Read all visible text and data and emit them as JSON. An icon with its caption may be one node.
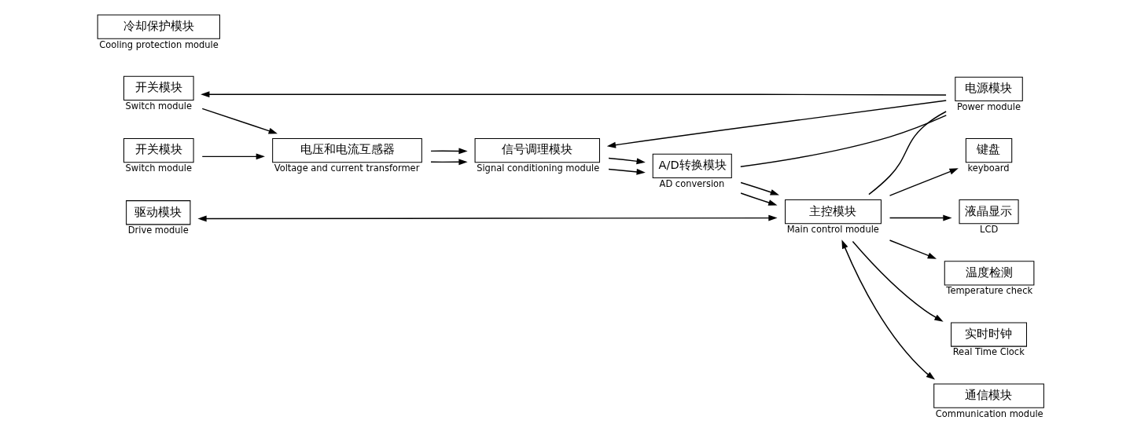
{
  "diagram": {
    "nodes": [
      {
        "text": [
          "开关模块"
        ],
        "beside": [
          "Switch module"
        ]
      },
      {
        "text": [
          "开关模块"
        ],
        "beside": [
          "Switch module"
        ]
      },
      {
        "text": [
          "驱动模块"
        ],
        "beside": [
          "Drive module"
        ]
      },
      {
        "text": [
          "冷却保护模块"
        ],
        "beside": [
          "Cooling protection module"
        ]
      },
      {
        "text": [
          "电压和电流互感器"
        ],
        "beside": [
          "Voltage and current transformer"
        ]
      },
      {
        "text": [
          "信号调理模块"
        ],
        "beside": [
          "Signal conditioning module"
        ]
      },
      {
        "text": [
          "A/D转换模块"
        ],
        "beside": [
          "AD conversion"
        ]
      },
      {
        "text": [
          "主控模块"
        ],
        "beside": [
          "Main control module"
        ]
      },
      {
        "text": [
          "键盘"
        ],
        "beside": [
          "keyboard"
        ]
      },
      {
        "text": [
          "液晶显示"
        ],
        "beside": [
          "LCD"
        ]
      },
      {
        "text": [
          "温度检测"
        ],
        "beside": [
          "Temperature check"
        ]
      },
      {
        "text": [
          "实时时钟"
        ],
        "beside": [
          "Real Time Clock"
        ]
      },
      {
        "text": [
          "电源模块"
        ],
        "beside": [
          "Power module"
        ]
      },
      {
        "text": [
          "通信模块"
        ],
        "beside": [
          "Communication module"
        ]
      }
    ],
    "edges": [
      {
        "from": 0,
        "to": 4,
        "arrow": "to"
      },
      {
        "from": 1,
        "to": 4,
        "arrow": "to"
      },
      {
        "from": 12,
        "to": 1,
        "arrow": "to"
      },
      {
        "from": 7,
        "to": 2,
        "arrow": "both"
      },
      {
        "from": 4,
        "to": 5,
        "arrow": "to"
      },
      {
        "from": 4,
        "to": 5,
        "arrow": "to"
      },
      {
        "from": 5,
        "to": 6,
        "arrow": "to"
      },
      {
        "from": 5,
        "to": 6,
        "arrow": "to"
      },
      {
        "from": 6,
        "to": 7,
        "arrow": "to"
      },
      {
        "from": 6,
        "to": 7,
        "arrow": "to"
      },
      {
        "from": 7,
        "to": 8,
        "arrow": "to"
      },
      {
        "from": 7,
        "to": 9,
        "arrow": "to"
      },
      {
        "from": 7,
        "to": 10,
        "arrow": "to"
      },
      {
        "from": 7,
        "to": 11,
        "arrow": "to"
      },
      {
        "from": 12,
        "to": 5,
        "arrow": "to"
      },
      {
        "from": 6,
        "to": 12,
        "arrow": "none"
      },
      {
        "from": 7,
        "to": 12,
        "arrow": "none"
      },
      {
        "from": 7,
        "to": 13,
        "arrow": "both"
      }
    ]
  }
}
